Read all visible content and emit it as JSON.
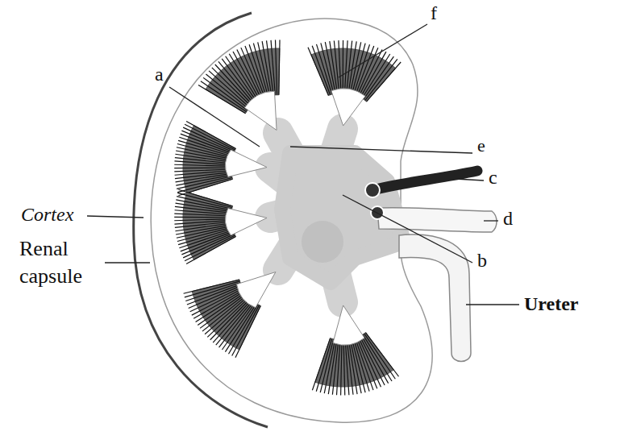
{
  "diagram": {
    "labels": [
      "f",
      "a",
      "e",
      "c",
      "d",
      "Cortex",
      "Renal capsule",
      "b",
      "Ureter"
    ]
  }
}
